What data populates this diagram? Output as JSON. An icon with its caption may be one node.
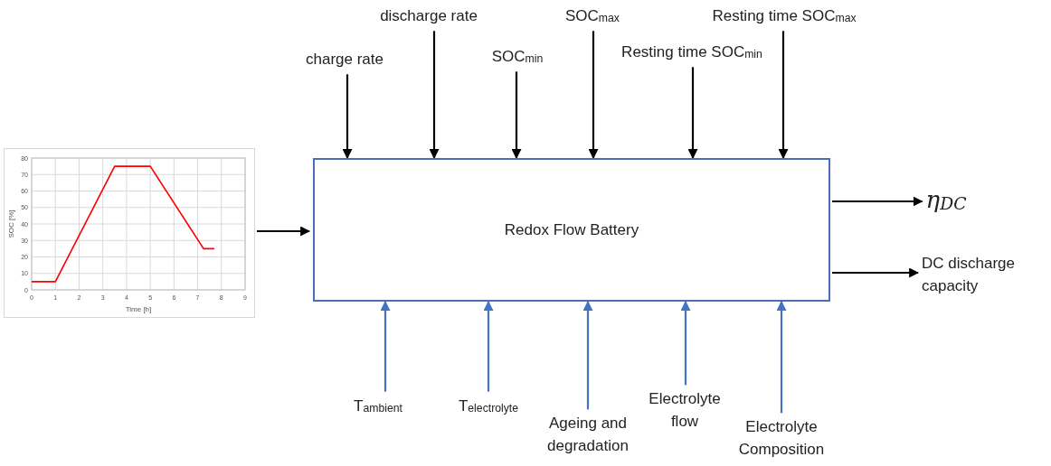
{
  "diagram": {
    "nodes": [
      {
        "text": [],
        "shape": "picture"
      },
      {
        "text": [
          "Redox Flow Battery"
        ]
      },
      {
        "text": [
          "charge rate"
        ]
      },
      {
        "text": [
          "discharge rate"
        ]
      },
      {
        "text": [
          "SOC$_{min}$"
        ]
      },
      {
        "text": [
          "SOC$_{max}$"
        ]
      },
      {
        "text": [
          "Resting time SOC$_{min}$"
        ]
      },
      {
        "text": [
          "Resting time SOC$_{max}$"
        ]
      },
      {
        "text": [
          "T$_{ambient}$"
        ]
      },
      {
        "text": [
          "T$_{electrolyte}$"
        ]
      },
      {
        "text": [
          "Ageing and degradation"
        ]
      },
      {
        "text": [
          "Electrolyte flow"
        ]
      },
      {
        "text": [
          "Electrolyte Composition"
        ]
      },
      {
        "text": [
          "η$_{DC}$"
        ]
      },
      {
        "text": [
          "DC discharge capacity"
        ]
      }
    ],
    "edges": [
      {
        "from": 0,
        "to": 1,
        "arrow": "to"
      },
      {
        "from": 2,
        "to": 1,
        "arrow": "to"
      },
      {
        "from": 3,
        "to": 1,
        "arrow": "to"
      },
      {
        "from": 4,
        "to": 1,
        "arrow": "to"
      },
      {
        "from": 5,
        "to": 1,
        "arrow": "to"
      },
      {
        "from": 6,
        "to": 1,
        "arrow": "to"
      },
      {
        "from": 7,
        "to": 1,
        "arrow": "to"
      },
      {
        "from": 8,
        "to": 1,
        "arrow": "to",
        "color": "#4472c4"
      },
      {
        "from": 9,
        "to": 1,
        "arrow": "to",
        "color": "#4472c4"
      },
      {
        "from": 10,
        "to": 1,
        "arrow": "to",
        "color": "#4472c4"
      },
      {
        "from": 11,
        "to": 1,
        "arrow": "to",
        "color": "#4472c4"
      },
      {
        "from": 12,
        "to": 1,
        "arrow": "to",
        "color": "#4472c4"
      },
      {
        "from": 1,
        "to": 13,
        "arrow": "to"
      },
      {
        "from": 1,
        "to": 14,
        "arrow": "to"
      }
    ],
    "chart_data": {
      "type": "line",
      "xlabel": "Time [h]",
      "ylabel": "SOC [%]",
      "x": [
        0,
        1,
        3.5,
        5,
        7.25,
        7.7
      ],
      "series": [
        {
          "color": "#ff0000",
          "values": [
            5,
            5,
            75,
            75,
            25,
            25
          ]
        }
      ],
      "grid": true,
      "xlim": [
        0,
        9
      ],
      "ylim": [
        0,
        80
      ],
      "xticks": [
        0,
        1,
        2,
        3,
        4,
        5,
        6,
        7,
        8,
        9
      ],
      "yticks": [
        0,
        10,
        20,
        30,
        40,
        50,
        60,
        70,
        80
      ]
    }
  }
}
